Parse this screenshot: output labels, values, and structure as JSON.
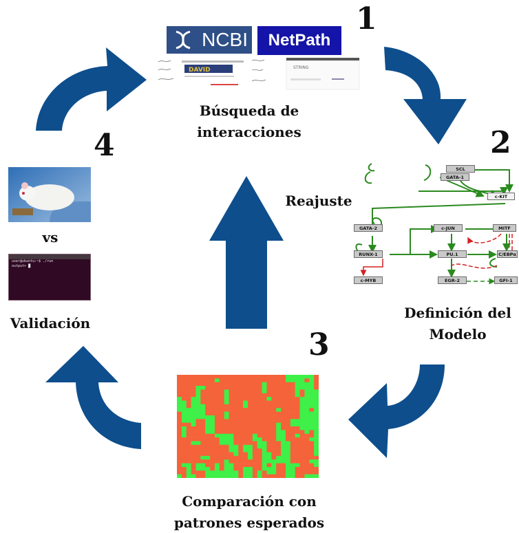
{
  "steps": [
    {
      "number": "1",
      "caption_lines": [
        "Búsqueda de",
        "interacciones"
      ]
    },
    {
      "number": "2",
      "caption_lines": [
        "Definición del",
        "Modelo"
      ]
    },
    {
      "number": "3",
      "caption_lines": [
        "Comparación con",
        "patrones esperados"
      ]
    },
    {
      "number": "4",
      "caption": "Validación"
    }
  ],
  "center_label": "Reajuste",
  "vs_label": "vs",
  "logos": {
    "ncbi": "NCBI",
    "netpath": "NetPath",
    "david": "DAVID",
    "string": "STRING"
  },
  "network": {
    "nodes": [
      "SCL",
      "GATA-1",
      "c-KIT",
      "GATA-2",
      "c-JUN",
      "MITF",
      "RUNX-1",
      "PU.1",
      "C/EBPα",
      "c-MYB",
      "EGR-2",
      "GFI-1"
    ],
    "colors": {
      "activation": "#2a8a1e",
      "inhibition": "#d42020",
      "node_fill": "#c9c9c9"
    }
  },
  "heatmap": {
    "rows": 28,
    "cols": 30,
    "colors": {
      "a": "#f4633a",
      "b": "#3ef048"
    },
    "seed": 7
  },
  "terminal": {
    "lines": [
      "user@ubuntu:~$ ./run",
      "output> █"
    ]
  },
  "colors": {
    "arrow": "#0e4e8c",
    "text": "#111111"
  }
}
